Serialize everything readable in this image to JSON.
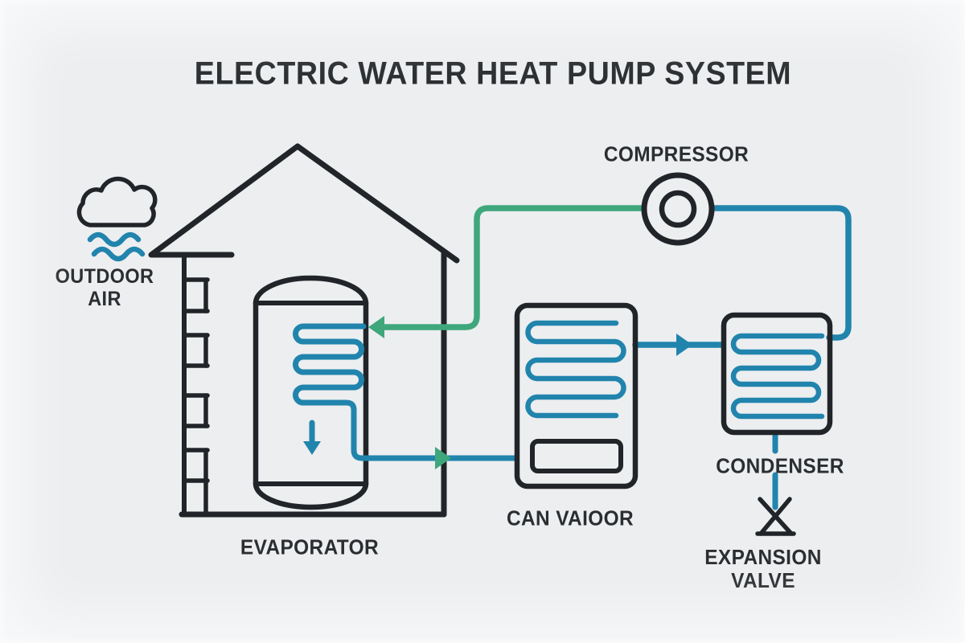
{
  "diagram": {
    "title": "ELECTRIC WATER HEAT PUMP SYSTEM",
    "labels": {
      "outdoor_air_line1": "OUTDOOR",
      "outdoor_air_line2": "AIR",
      "evaporator": "EVAPORATOR",
      "compressor": "COMPRESSOR",
      "fan_unit": "CAN VAIOOR",
      "condenser": "CONDENSER",
      "expansion_valve_line1": "EXPANSION",
      "expansion_valve_line2": "VALVE"
    },
    "colors": {
      "background": "#eceef0",
      "outline": "#212529",
      "pipe_hot": "#3fa77c",
      "pipe_cold": "#2184ad",
      "text": "#2b2e31"
    }
  }
}
